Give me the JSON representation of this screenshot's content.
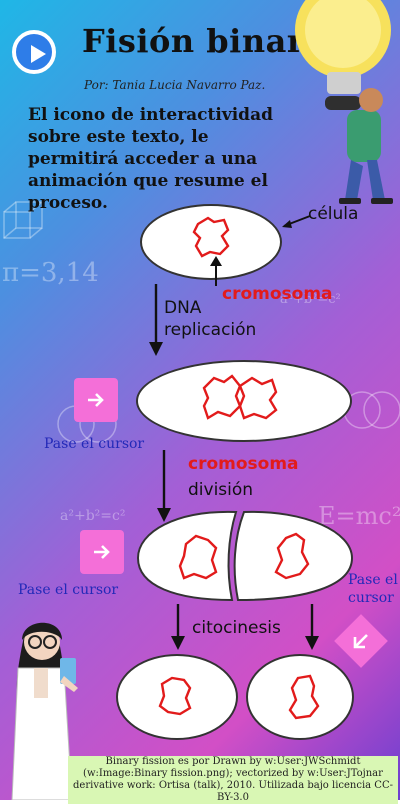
{
  "header": {
    "title": "Fisión binaria",
    "author": "Por: Tania Lucia Navarro Paz.",
    "intro": "El icono de interactividad sobre este texto, le permitirá acceder a una animación que resume el proceso."
  },
  "diagram": {
    "label_cell": "célula",
    "label_chromosome_1": "cromosoma",
    "label_step_1_line1": "DNA",
    "label_step_1_line2": "replicación",
    "label_chromosome_2": "cromosoma",
    "label_step_2": "división",
    "label_step_3": "citocinesis"
  },
  "hover_labels": {
    "left_1": "Pase el cursor",
    "left_2": "Pase el cursor",
    "right_line1": "Pase el",
    "right_line2": "cursor"
  },
  "doodles": {
    "pi": "π=3,14",
    "pythagoras": "a²+b²=c²",
    "emc2": "E=mc²"
  },
  "credit": "Binary fission es por Drawn by w:User:JWSchmidt (w:Image:Binary fission.png); vectorized by w:User:JTojnar derivative work: Ortisa (talk), 2010. Utilizada bajo licencia CC-BY-3.0",
  "colors": {
    "accent_pink": "#f46fd8",
    "play_blue": "#2e7de8",
    "chromosome_red": "#e21b1b",
    "hover_text": "#2329b8"
  },
  "icons": {
    "play": "play-icon",
    "arrow_right": "arrow-right-icon",
    "arrow_down_left": "arrow-down-left-icon"
  }
}
